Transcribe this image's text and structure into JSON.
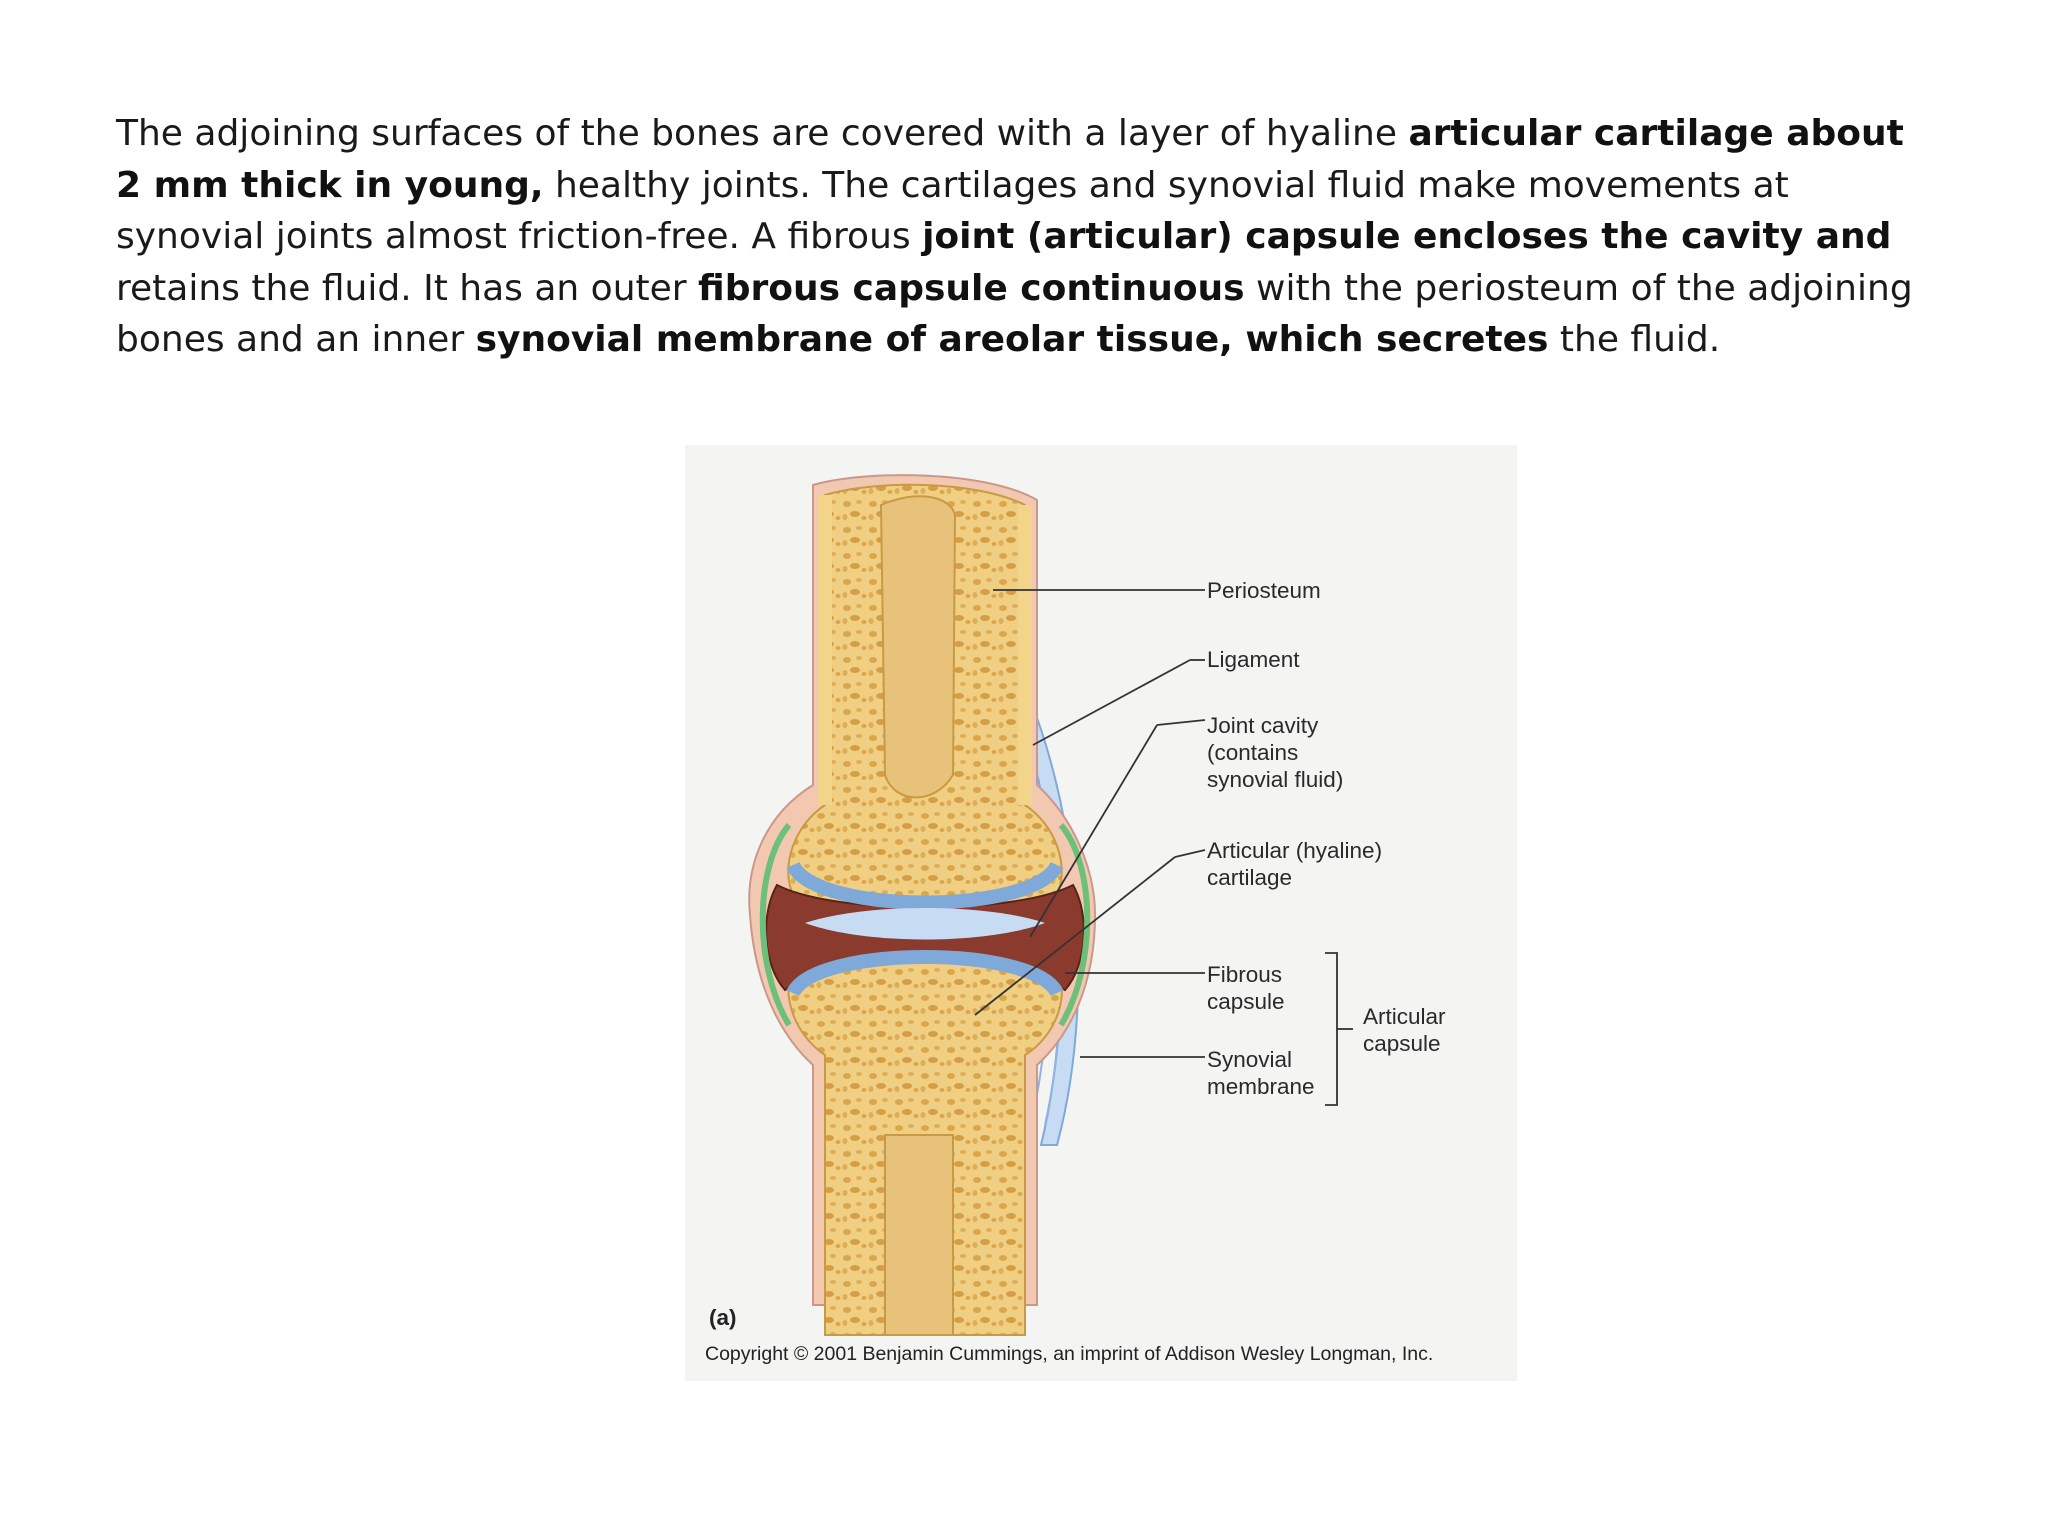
{
  "paragraph": [
    {
      "text": "The adjoining surfaces of the bones are covered with a layer of hyaline ",
      "bold": false
    },
    {
      "text": "articular cartilage about 2 mm thick in young,",
      "bold": true
    },
    {
      "text": " healthy joints. The cartilages and synovial fluid make movements at synovial joints almost friction-free. A fibrous ",
      "bold": false
    },
    {
      "text": "joint (articular) capsule encloses the cavity and",
      "bold": true
    },
    {
      "text": " retains the fluid. It has an outer ",
      "bold": false
    },
    {
      "text": "fibrous capsule continuous",
      "bold": true
    },
    {
      "text": " with the periosteum of the adjoining bones and an inner ",
      "bold": false
    },
    {
      "text": "synovial membrane of areolar tissue, which secretes",
      "bold": true
    },
    {
      "text": " the fluid.",
      "bold": false
    }
  ],
  "figure": {
    "labels": {
      "periosteum": "Periosteum",
      "ligament": "Ligament",
      "joint_cavity_1": "Joint cavity",
      "joint_cavity_2": "(contains",
      "joint_cavity_3": "synovial fluid)",
      "cartilage_1": "Articular (hyaline)",
      "cartilage_2": "cartilage",
      "fibrous_1": "Fibrous",
      "fibrous_2": "capsule",
      "synovial_1": "Synovial",
      "synovial_2": "membrane",
      "articular_capsule_1": "Articular",
      "articular_capsule_2": "capsule"
    },
    "panel_label": "(a)",
    "copyright": "Copyright © 2001 Benjamin Cummings, an imprint of Addison Wesley Longman, Inc.",
    "colors": {
      "bone": "#f2d48a",
      "spongy_bone": "#e3b65c",
      "marrow": "#e8c27a",
      "periosteum": "#f2c9b0",
      "cartilage": "#7fa9d8",
      "joint_cavity": "#8b3a2e",
      "synovial_membrane": "#6cc07a",
      "ligament": "#a9c7ea"
    }
  }
}
